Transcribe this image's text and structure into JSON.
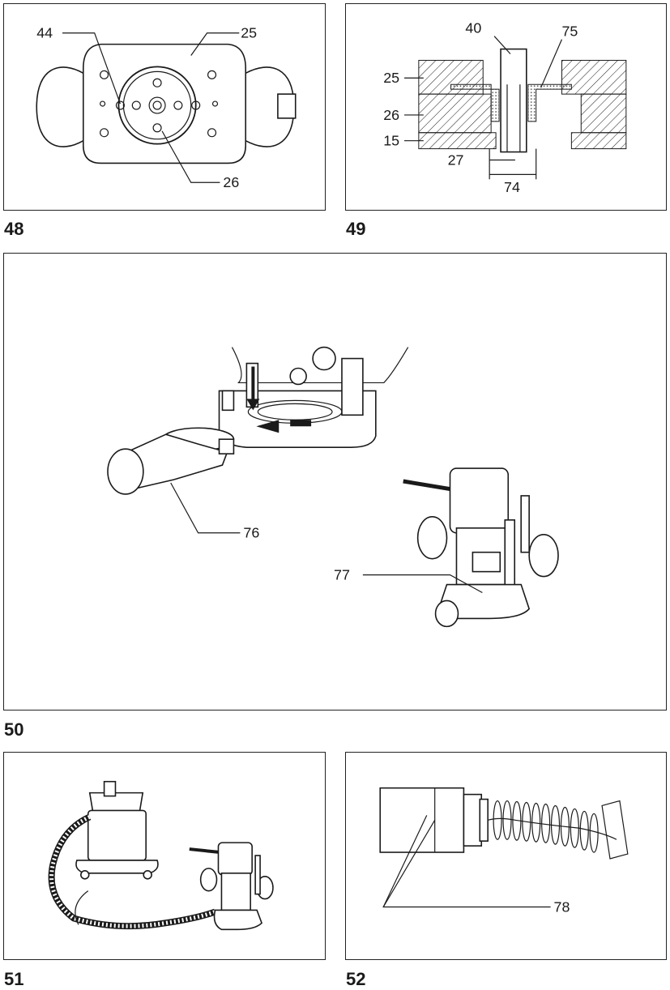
{
  "figures": [
    {
      "number": "48",
      "callouts": [
        "44",
        "25",
        "26"
      ]
    },
    {
      "number": "49",
      "callouts": [
        "40",
        "75",
        "25",
        "26",
        "15",
        "27",
        "74"
      ]
    },
    {
      "number": "50",
      "callouts": [
        "76",
        "77"
      ]
    },
    {
      "number": "51",
      "callouts": []
    },
    {
      "number": "52",
      "callouts": [
        "78"
      ]
    }
  ]
}
